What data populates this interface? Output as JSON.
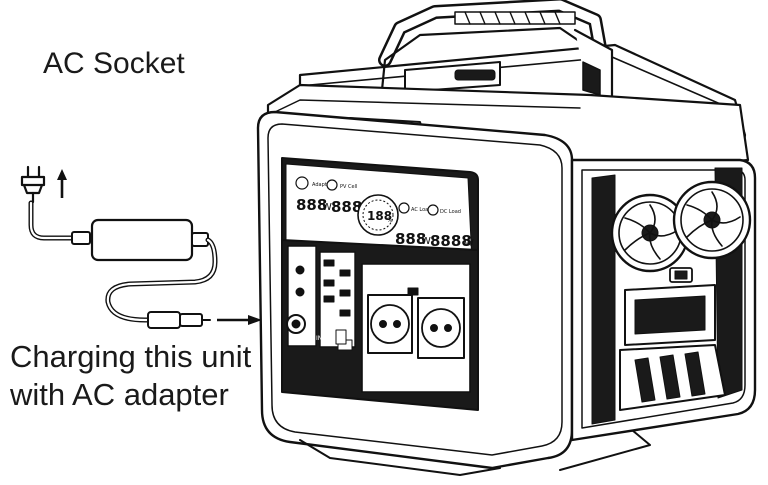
{
  "labels": {
    "ac_socket": "AC Socket",
    "charging_line_1": "Charging this unit",
    "charging_line_2": "with AC adapter"
  },
  "panel_text": {
    "adapter": "Adapter",
    "pv_cell": "PV Cell",
    "ac_load": "AC Load",
    "dc_load": "DC Load",
    "input": "INPUT",
    "readout_w1": "888",
    "readout_w2": "888",
    "readout_w3": "888",
    "readout_w4": "8888",
    "unit_w": "W",
    "center_pct": "188",
    "pct_sign": "%"
  },
  "icons": {
    "plug": "ac-plug-icon",
    "arrow_up": "arrow-up-icon",
    "arrow_right": "arrow-right-icon"
  },
  "colors": {
    "line": "#111111",
    "body": "#ffffff",
    "screen": "#ffffff",
    "panel_dark": "#1a1a1a"
  }
}
